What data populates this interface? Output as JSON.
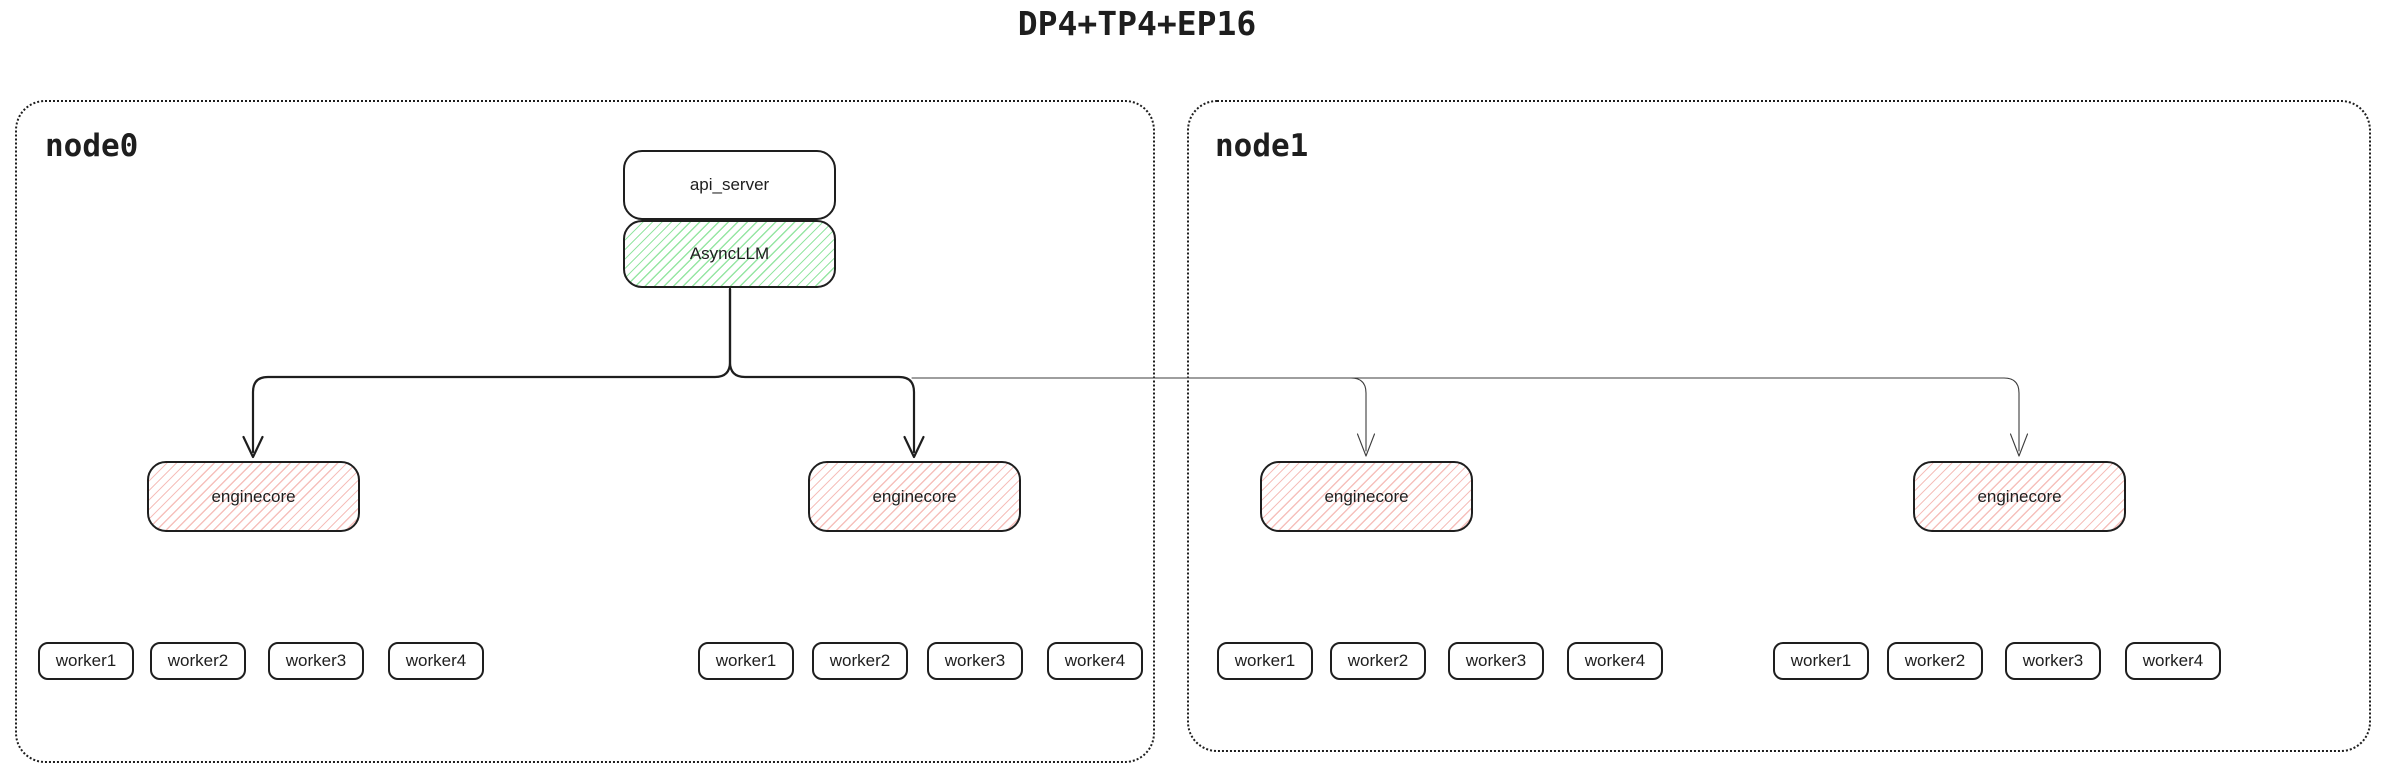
{
  "title": "DP4+TP4+EP16",
  "colors": {
    "line": "#1e1e1e",
    "green_hatch": "#69db7c",
    "red_hatch": "#f0968f"
  },
  "node0": {
    "label": "node0",
    "api_server_label": "api_server",
    "asyncllm_label": "AsyncLLM",
    "enginecore1_label": "enginecore",
    "enginecore2_label": "enginecore",
    "workers_a": [
      "worker1",
      "worker2",
      "worker3",
      "worker4"
    ],
    "workers_b": [
      "worker1",
      "worker2",
      "worker3",
      "worker4"
    ]
  },
  "node1": {
    "label": "node1",
    "enginecore1_label": "enginecore",
    "enginecore2_label": "enginecore",
    "workers_a": [
      "worker1",
      "worker2",
      "worker3",
      "worker4"
    ],
    "workers_b": [
      "worker1",
      "worker2",
      "worker3",
      "worker4"
    ]
  }
}
